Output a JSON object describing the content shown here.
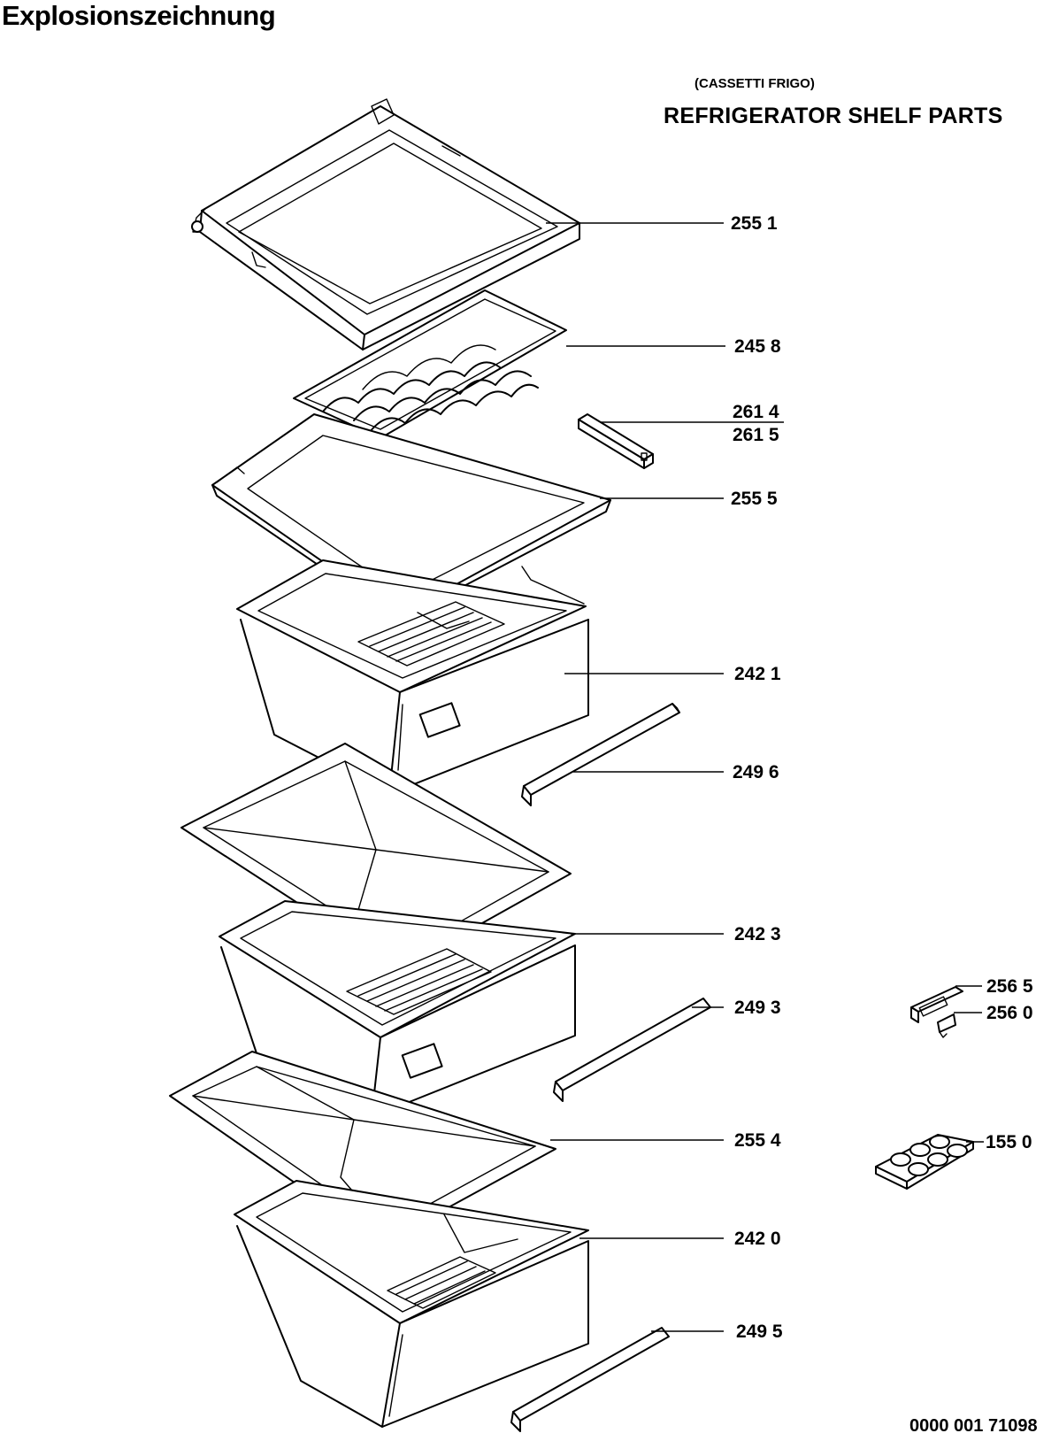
{
  "header": {
    "title": "Explosionszeichnung",
    "subtitle": "(CASSETTI FRIGO)",
    "heading": "REFRIGERATOR SHELF PARTS"
  },
  "parts": [
    {
      "id": "glass-shelf-top",
      "label": "255 1"
    },
    {
      "id": "wine-rack",
      "label": "245 8"
    },
    {
      "id": "bracket-a",
      "label": "261 4"
    },
    {
      "id": "bracket-b",
      "label": "261 5"
    },
    {
      "id": "glass-shelf-crisper",
      "label": "255 5"
    },
    {
      "id": "crisper-drawer-1",
      "label": "242 1"
    },
    {
      "id": "rail-1",
      "label": "249 6"
    },
    {
      "id": "crisper-drawer-2",
      "label": "242 3"
    },
    {
      "id": "rail-2",
      "label": "249 3"
    },
    {
      "id": "glass-shelf-bottom",
      "label": "255 4"
    },
    {
      "id": "crisper-drawer-3",
      "label": "242 0"
    },
    {
      "id": "rail-3",
      "label": "249 5"
    },
    {
      "id": "clip-a",
      "label": "256 5"
    },
    {
      "id": "clip-b",
      "label": "256 0"
    },
    {
      "id": "egg-tray",
      "label": "155 0"
    }
  ],
  "footer": {
    "doc_number": "0000 001 71098"
  }
}
